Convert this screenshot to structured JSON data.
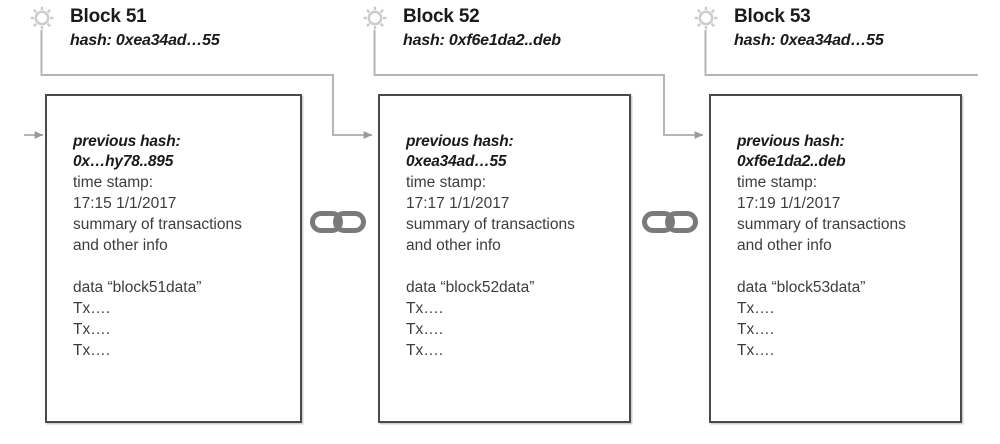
{
  "diagram": {
    "title": "Blockchain block chain diagram",
    "colors": {
      "block_border": "#4a4a4a",
      "connector_line": "#b5b5b5",
      "arrow_fill": "#9a9a9a",
      "chain_link": "#7a7a7a",
      "sun_icon": "#cccccc",
      "text": "#1a1a1a",
      "body_text": "#3d3d3d",
      "background": "#ffffff"
    },
    "icons": {
      "sun": "sun-icon",
      "chain": "chain-link-icon",
      "arrow": "arrow-right-icon"
    }
  },
  "blocks": [
    {
      "title": "Block 51",
      "hash_label": "hash: 0xea34ad…55",
      "prev_hash_label": "previous hash:",
      "prev_hash_value": "0x…hy78..895",
      "timestamp_label": "time stamp:",
      "timestamp_value": "17:15 1/1/2017",
      "summary_line_1": "summary of transactions",
      "summary_line_2": "and other info",
      "data_label": "data “block51data”",
      "transactions": [
        "Tx….",
        "Tx….",
        "Tx…."
      ]
    },
    {
      "title": "Block 52",
      "hash_label": "hash: 0xf6e1da2..deb",
      "prev_hash_label": "previous hash:",
      "prev_hash_value": "0xea34ad…55",
      "timestamp_label": "time stamp:",
      "timestamp_value": "17:17 1/1/2017",
      "summary_line_1": "summary of transactions",
      "summary_line_2": "and other info",
      "data_label": "data “block52data”",
      "transactions": [
        "Tx….",
        "Tx….",
        "Tx…."
      ]
    },
    {
      "title": "Block 53",
      "hash_label": "hash: 0xea34ad…55",
      "prev_hash_label": "previous hash:",
      "prev_hash_value": "0xf6e1da2..deb",
      "timestamp_label": "time stamp:",
      "timestamp_value": "17:19 1/1/2017",
      "summary_line_1": "summary of transactions",
      "summary_line_2": "and other info",
      "data_label": "data “block53data”",
      "transactions": [
        "Tx….",
        "Tx….",
        "Tx…."
      ]
    }
  ]
}
